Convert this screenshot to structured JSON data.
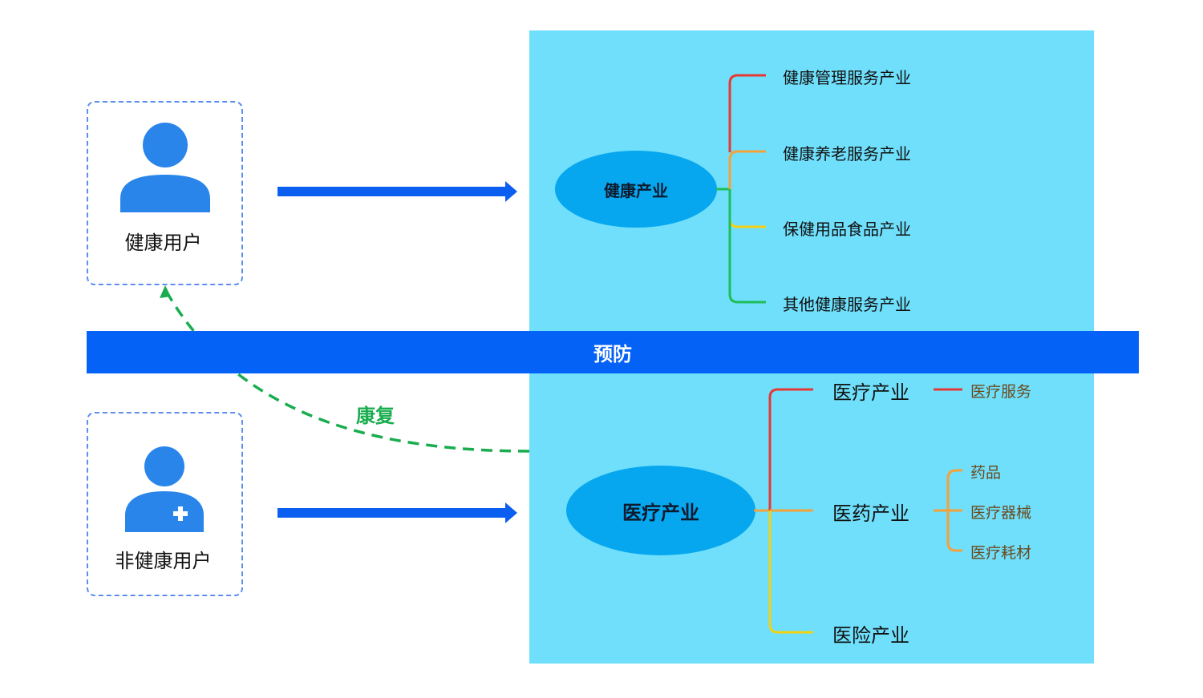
{
  "colors": {
    "panel_bg": "#6fdffb",
    "band_bg": "#0562f6",
    "arrow": "#0a5ff0",
    "ellipse": "#06a7ef",
    "user_icon": "#2a85ea",
    "dashed_border": "#5b8ff0",
    "recovery_green": "#1aad4f",
    "branch_red": "#e53935",
    "branch_orange": "#f5a13a",
    "branch_yellow": "#f4d211",
    "branch_green": "#1fbe5a",
    "sub_item_text": "#6b4a1e"
  },
  "users": {
    "healthy": {
      "label": "健康用户",
      "icon": "person-icon"
    },
    "unhealthy": {
      "label": "非健康用户",
      "icon": "person-medical-icon"
    }
  },
  "band": {
    "label": "预防"
  },
  "recovery": {
    "label": "康复"
  },
  "health": {
    "root": "健康产业",
    "branches": [
      "健康管理服务产业",
      "健康养老服务产业",
      "保健用品食品产业",
      "其他健康服务产业"
    ]
  },
  "medical": {
    "root": "医疗产业",
    "branches": [
      "医疗产业",
      "医药产业",
      "医险产业"
    ],
    "service_item": "医疗服务",
    "pharma_items": [
      "药品",
      "医疗器械",
      "医疗耗材"
    ]
  }
}
